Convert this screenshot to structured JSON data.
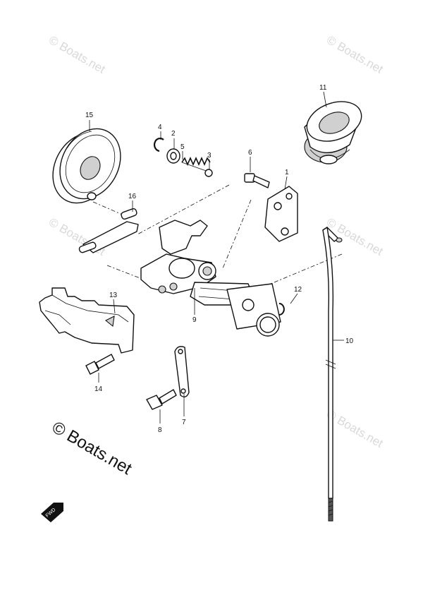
{
  "watermark": "© Boats.net",
  "brand_mark": "© Boats.net",
  "fwd_label": "FWD",
  "callouts": {
    "c1": "1",
    "c2": "2",
    "c3": "3",
    "c4": "4",
    "c5": "5",
    "c6": "6",
    "c7": "7",
    "c8": "8",
    "c9": "9",
    "c10": "10",
    "c11": "11",
    "c12": "12",
    "c13": "13",
    "c14": "14",
    "c15": "15",
    "c16": "16"
  }
}
